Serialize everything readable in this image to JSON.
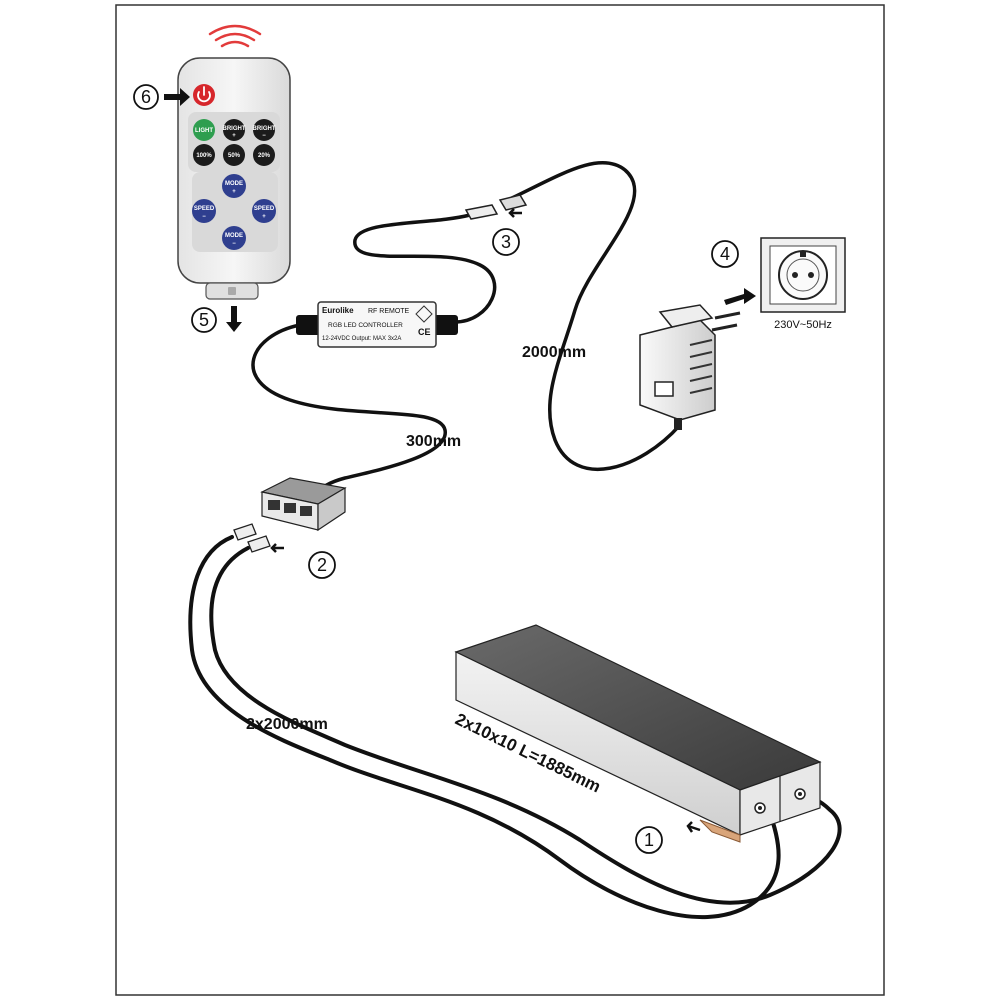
{
  "steps": [
    "1",
    "2",
    "3",
    "4",
    "5",
    "6"
  ],
  "cable_labels": {
    "power_cable": "2000mm",
    "controller_cable": "300mm",
    "profile_cables": "2x2000mm"
  },
  "profile_label": "2x10x10 L=1885mm",
  "socket_label": "230V~50Hz",
  "controller": {
    "brand": "Eurolike",
    "line1": "RF REMOTE",
    "line2": "RGB LED CONTROLLER",
    "line3": "12-24VDC Output: MAX 3x2A",
    "ce_mark": "CE"
  },
  "remote_buttons": {
    "light": "LIGHT",
    "bright_up": "BRIGHT",
    "bright_down": "BRIGHT",
    "pct100": "100%",
    "pct50": "50%",
    "pct20": "20%",
    "mode_up": "MODE",
    "speed_left": "SPEED",
    "speed_right": "SPEED",
    "mode_down": "MODE"
  },
  "colors": {
    "power_button": "#d6262b",
    "light_button": "#2e9e4f",
    "black_button": "#1b1b1b",
    "blue_button": "#2f3f8f",
    "profile_tape": "#d9a57a",
    "signal": "#e23b3b"
  }
}
